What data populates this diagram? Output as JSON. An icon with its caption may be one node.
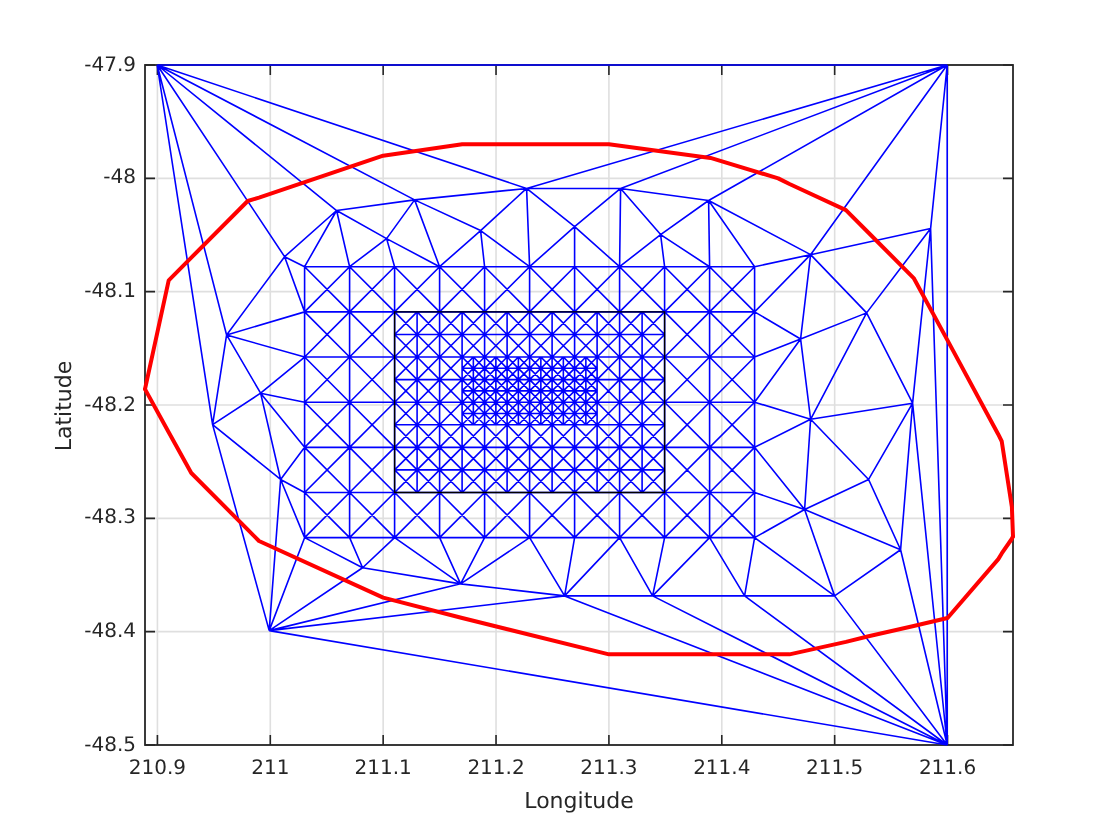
{
  "diagram": {
    "chart_data": {
      "type": "line",
      "xlabel": "Longitude",
      "ylabel": "Latitude",
      "xlim": [
        210.889,
        211.658
      ],
      "ylim": [
        -48.5,
        -47.9
      ],
      "xticks": [
        210.9,
        211,
        211.1,
        211.2,
        211.3,
        211.4,
        211.5,
        211.6
      ],
      "yticks": [
        -48.5,
        -48.4,
        -48.3,
        -48.2,
        -48.1,
        -48,
        -47.9
      ],
      "grid": true,
      "x": [
        210.889,
        210.91,
        210.93,
        210.98,
        210.99,
        211.1,
        211.17,
        211.3,
        211.39,
        211.45,
        211.46,
        211.51,
        211.53,
        211.57,
        211.6,
        211.645,
        211.648,
        211.657,
        211.658
      ],
      "series": [
        {
          "color": "#ff0000",
          "values": [
            -48.186,
            -48.09,
            -48.07,
            -48.02,
            -48.017,
            -47.98,
            -47.97,
            -47.97,
            -47.982,
            -48.0,
            -48.005,
            -48.028,
            -48.048,
            -48.088,
            -48.143,
            -48.226,
            -48.232,
            -48.29,
            -48.316
          ]
        },
        {
          "color": "#ff0000",
          "values": [
            -48.186,
            -48.224,
            -48.26,
            -48.31,
            -48.32,
            -48.37,
            -48.388,
            -48.42,
            -48.42,
            -48.42,
            -48.42,
            -48.409,
            -48.404,
            -48.395,
            -48.388,
            -48.336,
            -48.331,
            -48.318,
            -48.316
          ]
        }
      ]
    }
  }
}
